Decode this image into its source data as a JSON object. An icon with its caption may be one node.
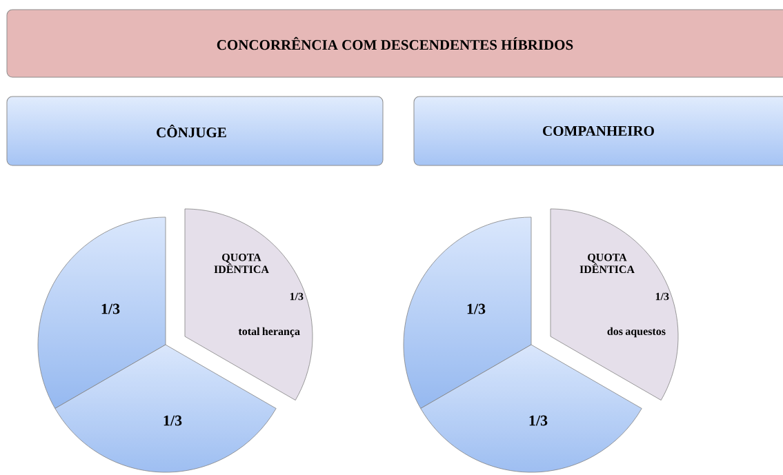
{
  "diagram": {
    "nodes": [
      {
        "text": [
          "CONCORRÊNCIA COM DESCENDENTES HÍBRIDOS"
        ]
      },
      {
        "text": [
          "CÔNJUGE"
        ]
      },
      {
        "text": [
          "COMPANHEIRO"
        ]
      },
      {
        "text": [
          "1/3"
        ]
      },
      {
        "text": [
          "QUOTA IDÊNTICA",
          "1/3",
          "total herança"
        ]
      },
      {
        "text": [
          "1/3"
        ]
      },
      {
        "text": [
          "1/3"
        ]
      },
      {
        "text": [
          "QUOTA IDÊNTICA",
          "1/3",
          "dos aquestos"
        ]
      },
      {
        "text": [
          "1/3"
        ]
      }
    ]
  }
}
